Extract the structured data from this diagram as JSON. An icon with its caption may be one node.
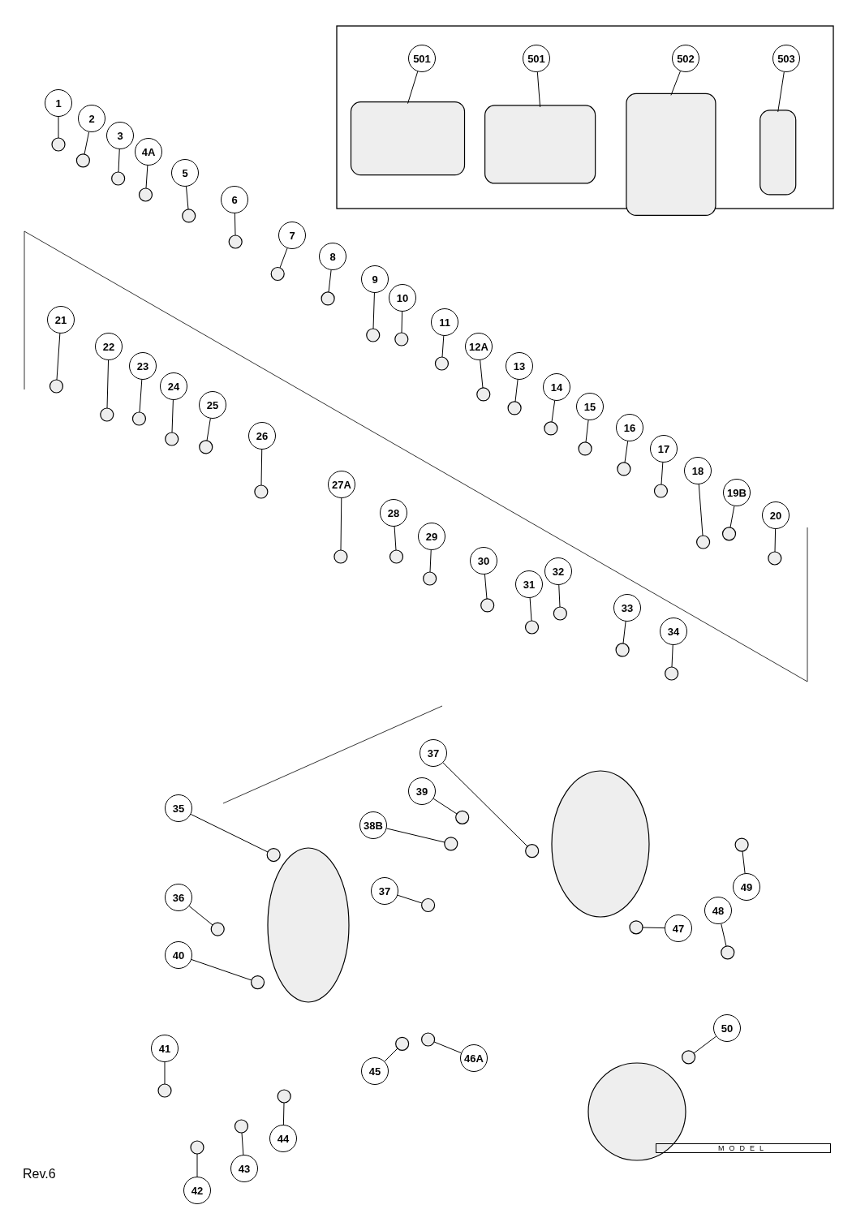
{
  "diagram": {
    "nodes": [
      {
        "text": [
          "501"
        ]
      },
      {
        "text": [
          "501"
        ]
      },
      {
        "text": [
          "502"
        ]
      },
      {
        "text": [
          "503"
        ]
      },
      {
        "text": [
          "1"
        ]
      },
      {
        "text": [
          "2"
        ]
      },
      {
        "text": [
          "3"
        ]
      },
      {
        "text": [
          "4A"
        ]
      },
      {
        "text": [
          "5"
        ]
      },
      {
        "text": [
          "6"
        ]
      },
      {
        "text": [
          "7"
        ]
      },
      {
        "text": [
          "8"
        ]
      },
      {
        "text": [
          "9"
        ]
      },
      {
        "text": [
          "10"
        ]
      },
      {
        "text": [
          "11"
        ]
      },
      {
        "text": [
          "12A"
        ]
      },
      {
        "text": [
          "13"
        ]
      },
      {
        "text": [
          "14"
        ]
      },
      {
        "text": [
          "15"
        ]
      },
      {
        "text": [
          "16"
        ]
      },
      {
        "text": [
          "17"
        ]
      },
      {
        "text": [
          "18"
        ]
      },
      {
        "text": [
          "19B"
        ]
      },
      {
        "text": [
          "20"
        ]
      },
      {
        "text": [
          "21"
        ]
      },
      {
        "text": [
          "22"
        ]
      },
      {
        "text": [
          "23"
        ]
      },
      {
        "text": [
          "24"
        ]
      },
      {
        "text": [
          "25"
        ]
      },
      {
        "text": [
          "26"
        ]
      },
      {
        "text": [
          "27A"
        ]
      },
      {
        "text": [
          "28"
        ]
      },
      {
        "text": [
          "29"
        ]
      },
      {
        "text": [
          "30"
        ]
      },
      {
        "text": [
          "31"
        ]
      },
      {
        "text": [
          "32"
        ]
      },
      {
        "text": [
          "33"
        ]
      },
      {
        "text": [
          "34"
        ]
      },
      {
        "text": [
          "35"
        ]
      },
      {
        "text": [
          "36"
        ]
      },
      {
        "text": [
          "37"
        ]
      },
      {
        "text": [
          "39"
        ]
      },
      {
        "text": [
          "38B"
        ]
      },
      {
        "text": [
          "37"
        ]
      },
      {
        "text": [
          "40"
        ]
      },
      {
        "text": [
          "41"
        ]
      },
      {
        "text": [
          "42"
        ]
      },
      {
        "text": [
          "43"
        ]
      },
      {
        "text": [
          "44"
        ]
      },
      {
        "text": [
          "45"
        ]
      },
      {
        "text": [
          "46A"
        ]
      },
      {
        "text": [
          "47"
        ]
      },
      {
        "text": [
          "48"
        ]
      },
      {
        "text": [
          "49"
        ]
      },
      {
        "text": [
          "50"
        ]
      },
      {
        "text": [],
        "shape": "box"
      },
      {
        "text": [],
        "shape": "box"
      },
      {
        "text": [],
        "shape": "box"
      },
      {
        "text": [],
        "shape": "box"
      },
      {
        "text": [],
        "shape": "circle"
      },
      {
        "text": [],
        "shape": "circle"
      },
      {
        "text": [],
        "shape": "circle"
      },
      {
        "text": [],
        "shape": "circle"
      },
      {
        "text": [],
        "shape": "circle"
      },
      {
        "text": [],
        "shape": "circle"
      },
      {
        "text": [],
        "shape": "circle"
      },
      {
        "text": [],
        "shape": "circle"
      },
      {
        "text": [],
        "shape": "circle"
      },
      {
        "text": [],
        "shape": "circle"
      },
      {
        "text": [],
        "shape": "circle"
      },
      {
        "text": [],
        "shape": "circle"
      },
      {
        "text": [],
        "shape": "circle"
      },
      {
        "text": [],
        "shape": "circle"
      },
      {
        "text": [],
        "shape": "circle"
      },
      {
        "text": [],
        "shape": "circle"
      },
      {
        "text": [],
        "shape": "circle"
      },
      {
        "text": [],
        "shape": "circle"
      },
      {
        "text": [],
        "shape": "circle"
      },
      {
        "text": [],
        "shape": "circle"
      },
      {
        "text": [],
        "shape": "circle"
      },
      {
        "text": [],
        "shape": "circle"
      },
      {
        "text": [],
        "shape": "circle"
      },
      {
        "text": [],
        "shape": "circle"
      },
      {
        "text": [],
        "shape": "circle"
      },
      {
        "text": [],
        "shape": "circle"
      },
      {
        "text": [],
        "shape": "circle"
      },
      {
        "text": [],
        "shape": "circle"
      },
      {
        "text": [],
        "shape": "circle"
      },
      {
        "text": [],
        "shape": "circle"
      },
      {
        "text": [],
        "shape": "circle"
      },
      {
        "text": [],
        "shape": "circle"
      },
      {
        "text": [],
        "shape": "circle"
      },
      {
        "text": [],
        "shape": "circle"
      },
      {
        "text": [],
        "shape": "circle"
      },
      {
        "text": [],
        "shape": "circle"
      },
      {
        "text": [],
        "shape": "circle"
      },
      {
        "text": [],
        "shape": "circle"
      },
      {
        "text": [],
        "shape": "circle"
      },
      {
        "text": [],
        "shape": "circle"
      },
      {
        "text": [],
        "shape": "circle"
      },
      {
        "text": [],
        "shape": "circle"
      },
      {
        "text": [],
        "shape": "circle"
      },
      {
        "text": [],
        "shape": "circle"
      },
      {
        "text": [],
        "shape": "circle"
      },
      {
        "text": [],
        "shape": "circle"
      },
      {
        "text": [],
        "shape": "circle"
      },
      {
        "text": [],
        "shape": "circle"
      },
      {
        "text": [],
        "shape": "circle"
      },
      {
        "text": [],
        "shape": "circle"
      },
      {
        "text": [],
        "shape": "circle"
      }
    ],
    "edges": [
      {
        "from": 0,
        "to": 55,
        "arrow": "none"
      },
      {
        "from": 1,
        "to": 56,
        "arrow": "none"
      },
      {
        "from": 2,
        "to": 57,
        "arrow": "none"
      },
      {
        "from": 3,
        "to": 58,
        "arrow": "none"
      },
      {
        "from": 4,
        "to": 59,
        "arrow": "none"
      },
      {
        "from": 5,
        "to": 60,
        "arrow": "none"
      },
      {
        "from": 6,
        "to": 61,
        "arrow": "none"
      },
      {
        "from": 7,
        "to": 62,
        "arrow": "none"
      },
      {
        "from": 8,
        "to": 63,
        "arrow": "none"
      },
      {
        "from": 9,
        "to": 64,
        "arrow": "none"
      },
      {
        "from": 10,
        "to": 65,
        "arrow": "none"
      },
      {
        "from": 11,
        "to": 66,
        "arrow": "none"
      },
      {
        "from": 12,
        "to": 67,
        "arrow": "none"
      },
      {
        "from": 13,
        "to": 68,
        "arrow": "none"
      },
      {
        "from": 14,
        "to": 69,
        "arrow": "none"
      },
      {
        "from": 15,
        "to": 70,
        "arrow": "none"
      },
      {
        "from": 16,
        "to": 71,
        "arrow": "none"
      },
      {
        "from": 17,
        "to": 72,
        "arrow": "none"
      },
      {
        "from": 18,
        "to": 73,
        "arrow": "none"
      },
      {
        "from": 19,
        "to": 74,
        "arrow": "none"
      },
      {
        "from": 20,
        "to": 75,
        "arrow": "none"
      },
      {
        "from": 21,
        "to": 76,
        "arrow": "none"
      },
      {
        "from": 22,
        "to": 77,
        "arrow": "none"
      },
      {
        "from": 23,
        "to": 78,
        "arrow": "none"
      },
      {
        "from": 24,
        "to": 79,
        "arrow": "none"
      },
      {
        "from": 25,
        "to": 80,
        "arrow": "none"
      },
      {
        "from": 26,
        "to": 81,
        "arrow": "none"
      },
      {
        "from": 27,
        "to": 82,
        "arrow": "none"
      },
      {
        "from": 28,
        "to": 83,
        "arrow": "none"
      },
      {
        "from": 29,
        "to": 84,
        "arrow": "none"
      },
      {
        "from": 30,
        "to": 85,
        "arrow": "none"
      },
      {
        "from": 31,
        "to": 86,
        "arrow": "none"
      },
      {
        "from": 32,
        "to": 87,
        "arrow": "none"
      },
      {
        "from": 33,
        "to": 88,
        "arrow": "none"
      },
      {
        "from": 34,
        "to": 89,
        "arrow": "none"
      },
      {
        "from": 35,
        "to": 90,
        "arrow": "none"
      },
      {
        "from": 36,
        "to": 91,
        "arrow": "none"
      },
      {
        "from": 37,
        "to": 92,
        "arrow": "none"
      },
      {
        "from": 38,
        "to": 93,
        "arrow": "none"
      },
      {
        "from": 39,
        "to": 94,
        "arrow": "none"
      },
      {
        "from": 40,
        "to": 95,
        "arrow": "none"
      },
      {
        "from": 41,
        "to": 96,
        "arrow": "none"
      },
      {
        "from": 42,
        "to": 97,
        "arrow": "none"
      },
      {
        "from": 43,
        "to": 98,
        "arrow": "none"
      },
      {
        "from": 44,
        "to": 99,
        "arrow": "none"
      },
      {
        "from": 45,
        "to": 100,
        "arrow": "none"
      },
      {
        "from": 46,
        "to": 101,
        "arrow": "none"
      },
      {
        "from": 47,
        "to": 102,
        "arrow": "none"
      },
      {
        "from": 48,
        "to": 103,
        "arrow": "none"
      },
      {
        "from": 49,
        "to": 104,
        "arrow": "none"
      },
      {
        "from": 50,
        "to": 105,
        "arrow": "none"
      },
      {
        "from": 51,
        "to": 106,
        "arrow": "none"
      },
      {
        "from": 52,
        "to": 107,
        "arrow": "none"
      },
      {
        "from": 53,
        "to": 108,
        "arrow": "none"
      },
      {
        "from": 54,
        "to": 109,
        "arrow": "none"
      }
    ],
    "labels": [
      "MODEL",
      "Rev.6"
    ]
  }
}
